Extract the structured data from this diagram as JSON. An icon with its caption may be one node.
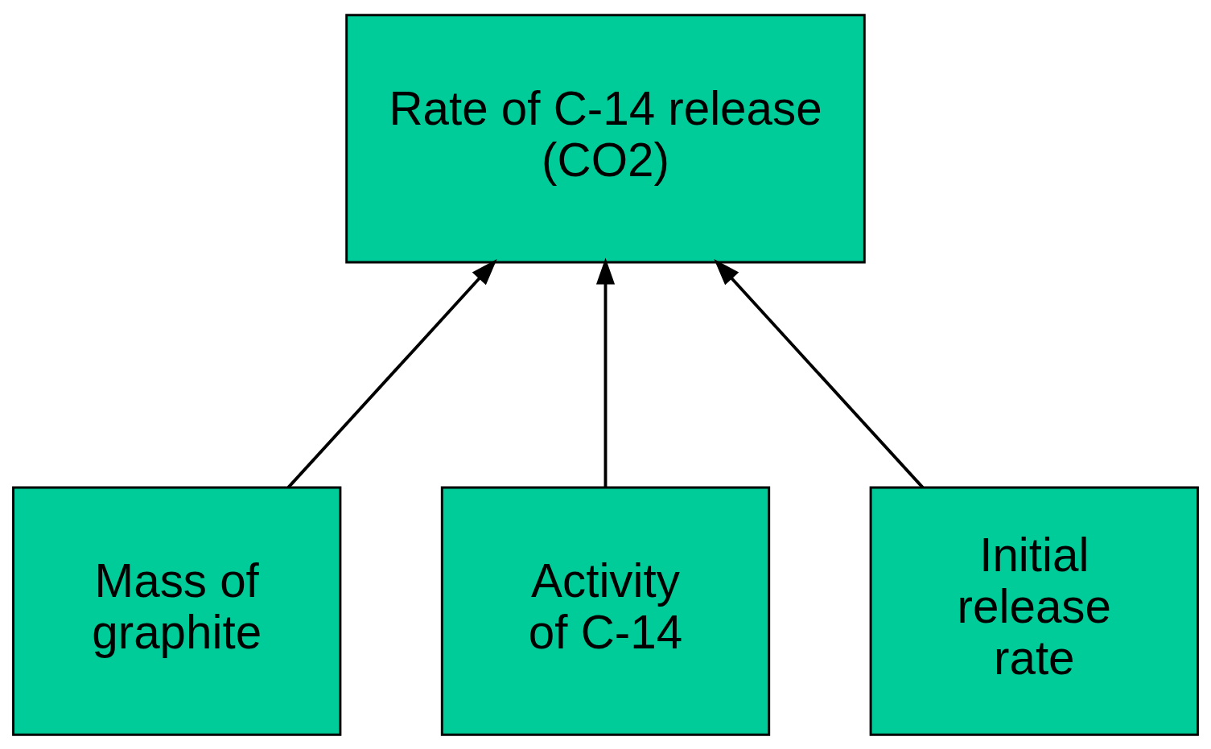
{
  "diagram": {
    "nodes": [
      {
        "text": [
          "Rate of C-14 release (CO2)"
        ]
      },
      {
        "text": [
          "Mass of graphite"
        ]
      },
      {
        "text": [
          "Activity of C-14"
        ]
      },
      {
        "text": [
          "Initial release rate"
        ]
      }
    ],
    "edges": [
      {
        "from": 1,
        "to": 0,
        "arrow": "to"
      },
      {
        "from": 2,
        "to": 0,
        "arrow": "to"
      },
      {
        "from": 3,
        "to": 0,
        "arrow": "to"
      }
    ]
  }
}
